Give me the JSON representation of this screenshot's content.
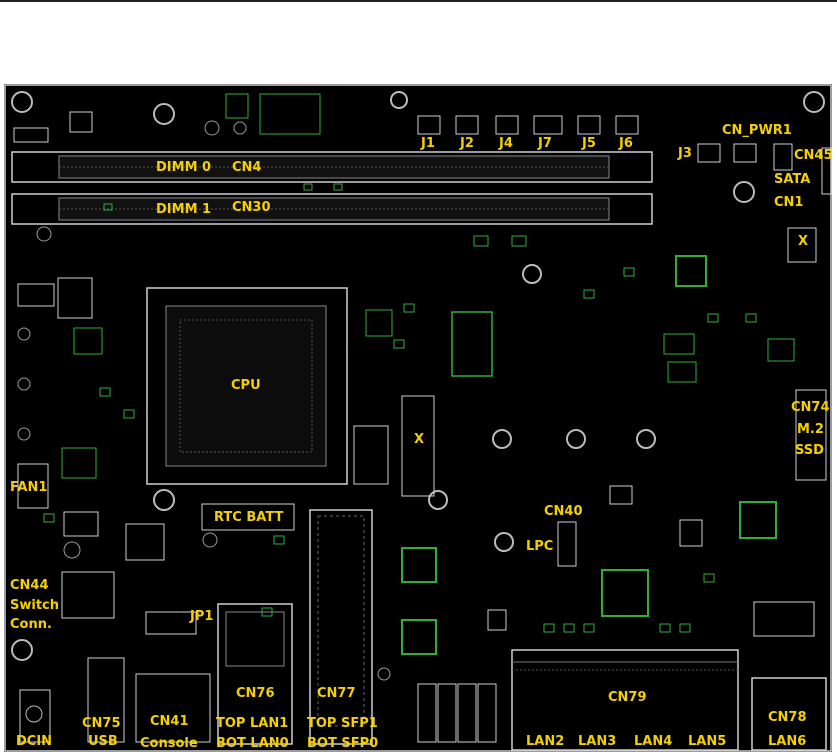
{
  "labels": {
    "j1": "J1",
    "j2": "J2",
    "j4": "J4",
    "j7": "J7",
    "j5": "J5",
    "j6": "J6",
    "cn_pwr1": "CN_PWR1",
    "j3": "J3",
    "cn45": "CN45",
    "sata": "SATA",
    "cn1": "CN1",
    "dimm0": "DIMM 0",
    "cn4": "CN4",
    "dimm1": "DIMM 1",
    "cn30": "CN30",
    "x_top": "X",
    "x_mid": "X",
    "cpu": "CPU",
    "cn74": "CN74",
    "m2": "M.2",
    "ssd": "SSD",
    "fan1": "FAN1",
    "rtc_batt": "RTC BATT",
    "cn40": "CN40",
    "lpc": "LPC",
    "cn44": "CN44",
    "switch": "Switch",
    "conn": "Conn.",
    "jp1": "JP1",
    "cn76": "CN76",
    "cn77": "CN77",
    "cn79": "CN79",
    "cn78": "CN78",
    "dcin": "DCIN",
    "cn75": "CN75",
    "usb": "USB",
    "cn41": "CN41",
    "console": "Console",
    "top_lan1": "TOP LAN1",
    "bot_lan0": "BOT LAN0",
    "top_sfp1": "TOP SFP1",
    "bot_sfp0": "BOT SFP0",
    "lan2": "LAN2",
    "lan3": "LAN3",
    "lan4": "LAN4",
    "lan5": "LAN5",
    "lan6": "LAN6"
  },
  "colors": {
    "label": "#f5d000",
    "board": "#000000",
    "silk": "#cfcfcf",
    "pad": "#2fae3a"
  }
}
